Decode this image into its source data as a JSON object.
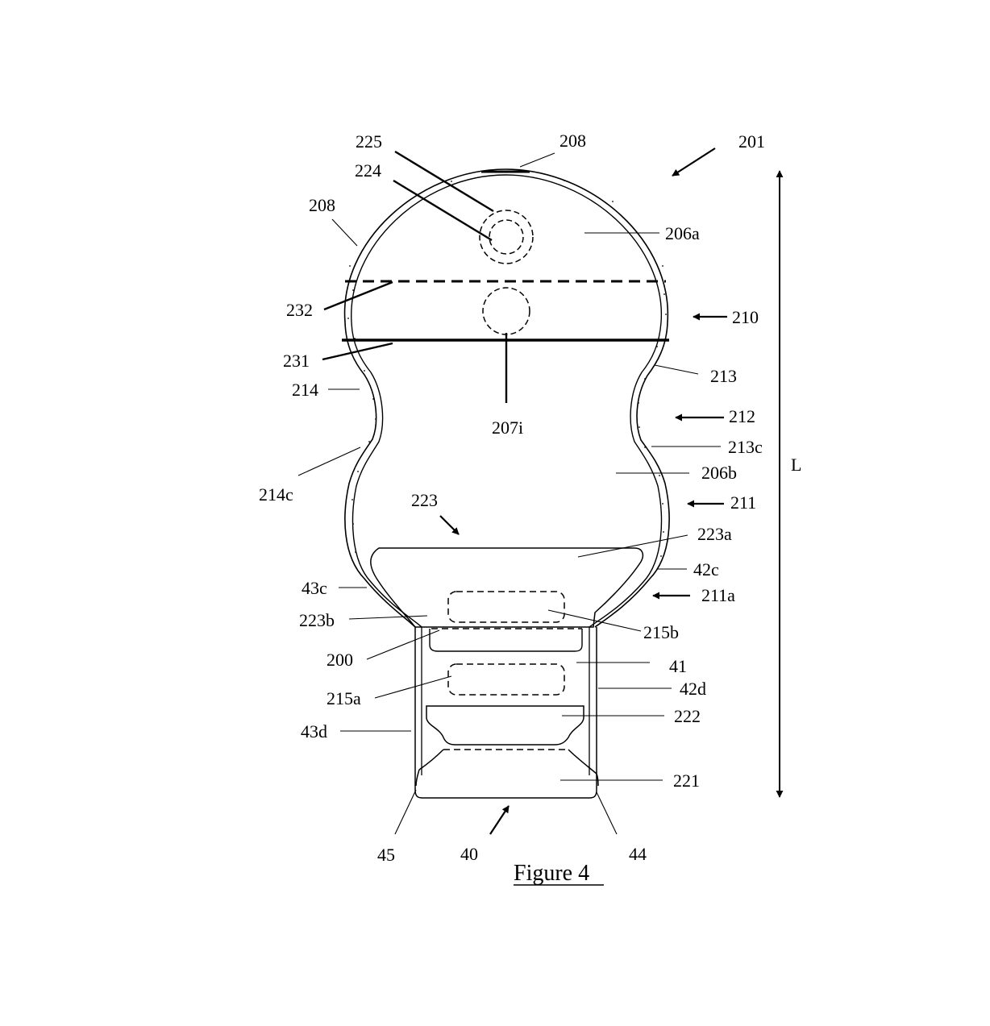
{
  "figure": {
    "caption": "Figure 4",
    "labels": {
      "l201": "201",
      "l208a": "208",
      "l208b": "208",
      "l225": "225",
      "l224": "224",
      "l206a": "206a",
      "l232": "232",
      "l210": "210",
      "l231": "231",
      "l213": "213",
      "l214": "214",
      "l212": "212",
      "l207i": "207i",
      "l213c": "213c",
      "l214c": "214c",
      "l206b": "206b",
      "lL": "L",
      "l223": "223",
      "l211": "211",
      "l223a": "223a",
      "l42c": "42c",
      "l43c": "43c",
      "l211a": "211a",
      "l223b": "223b",
      "l215b": "215b",
      "l200": "200",
      "l41": "41",
      "l215a": "215a",
      "l42d": "42d",
      "l43d": "43d",
      "l222": "222",
      "l221": "221",
      "l45": "45",
      "l40": "40",
      "l44": "44"
    }
  }
}
